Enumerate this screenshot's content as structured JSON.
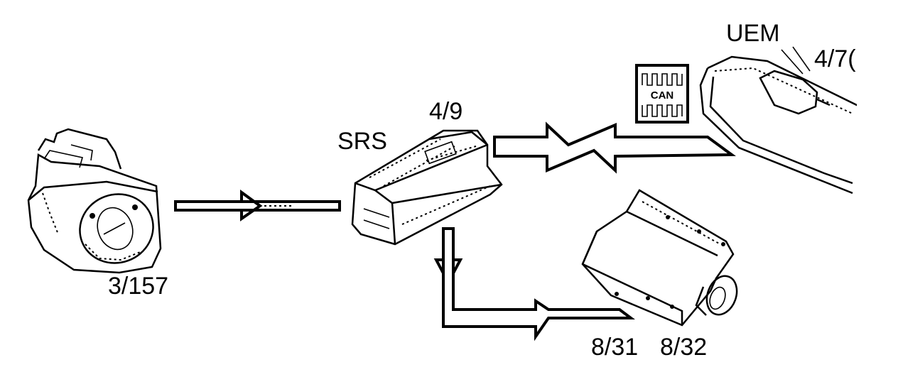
{
  "labels": {
    "switch": "3/157",
    "srs_title": "SRS",
    "srs_code": "4/9",
    "uem_title": "UEM",
    "uem_code": "4/7(",
    "airbag_a": "8/31",
    "airbag_b": "8/32"
  },
  "can_badge": {
    "text": "CAN"
  }
}
